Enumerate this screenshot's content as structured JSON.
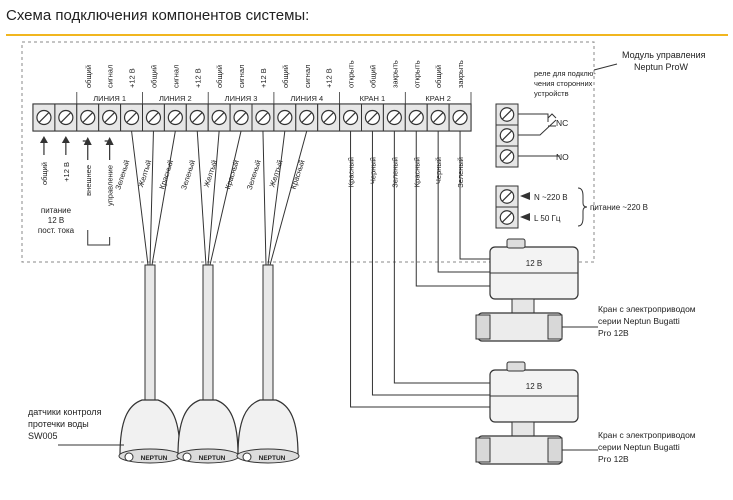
{
  "title": "Схема подключения компонентов системы:",
  "module_label": [
    "Модуль управления",
    "Neptun ProW"
  ],
  "relay_label": [
    "реле для подклю-",
    "чения сторонних",
    "устройств"
  ],
  "relay_nc": "NC",
  "relay_no": "NO",
  "power_n": "N ~220 В",
  "power_l": "L  50 Гц",
  "power_label": "питание ~220 В",
  "terminal_top_labels": [
    "общий",
    "сигнал",
    "+12 В",
    "общий",
    "сигнал",
    "+12 В",
    "общий",
    "сигнал",
    "+12 В",
    "общий",
    "сигнал",
    "+12 В",
    "открыть",
    "общий",
    "закрыть",
    "открыть",
    "общий",
    "закрыть"
  ],
  "groups": [
    "ЛИНИЯ 1",
    "ЛИНИЯ 2",
    "ЛИНИЯ 3",
    "ЛИНИЯ 4",
    "КРАН 1",
    "КРАН 2"
  ],
  "sensor_wire_labels": [
    "Зеленый",
    "Желтый",
    "Красный"
  ],
  "valve1_wire_labels": [
    "Красный",
    "Черный",
    "Зеленый"
  ],
  "valve2_wire_labels": [
    "Красный",
    "Черный",
    "Зеленый"
  ],
  "power_in_labels": [
    "общий",
    "+12 В"
  ],
  "power_in_caption": [
    "питание",
    "12 В",
    "пост. тока"
  ],
  "external_control_label": [
    "внешнее",
    "управление"
  ],
  "valve_badge": "12 В",
  "valve_label": [
    "Кран с электроприводом",
    "серии Neptun Bugatti",
    "Pro 12B"
  ],
  "sensor_label": [
    "датчики контроля",
    "протечки воды",
    "SW005"
  ],
  "sensor_brand": "NEPTUN",
  "colors": {
    "accent": "#f1b61f",
    "line": "#333333",
    "dashed": "#888888",
    "terminal_fill": "#e6e6e6"
  }
}
